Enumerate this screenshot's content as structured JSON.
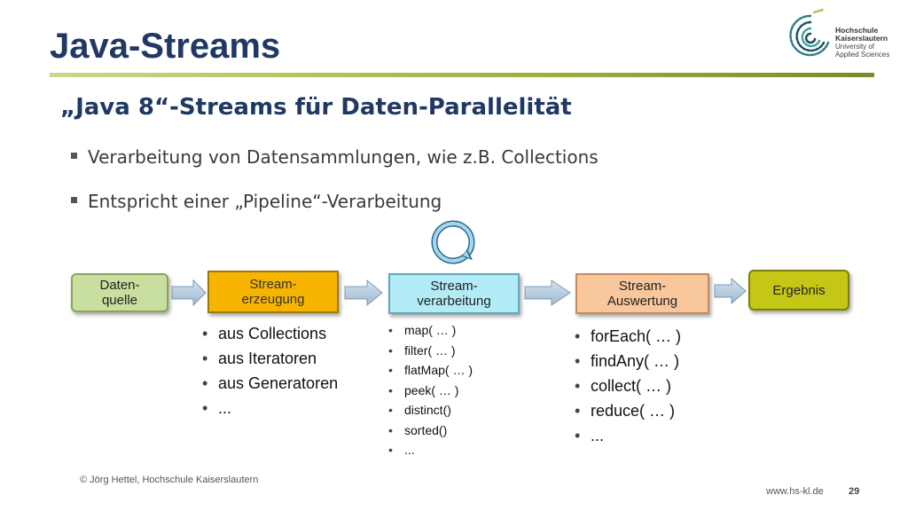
{
  "slide": {
    "title": "Java-Streams",
    "subtitle": "„Java 8“-Streams für Daten-Parallelität",
    "bullets": [
      "Verarbeitung von Datensammlungen, wie z.B. Collections",
      "Entspricht einer „Pipeline“-Verarbeitung"
    ]
  },
  "logo": {
    "name_line1": "Hochschule",
    "name_line2": "Kaiserslautern",
    "sub_line1": "University of",
    "sub_line2": "Applied Sciences",
    "icon": "swirl-logo-icon"
  },
  "pipeline": {
    "boxes": [
      {
        "line1": "Daten-",
        "line2": "quelle"
      },
      {
        "line1": "Stream-",
        "line2": "erzeugung"
      },
      {
        "line1": "Stream-",
        "line2": "verarbeitung"
      },
      {
        "line1": "Stream-",
        "line2": "Auswertung"
      },
      {
        "line1": "Ergebnis",
        "line2": ""
      }
    ],
    "cycle_icon": "refresh-cycle-icon",
    "colors": {
      "quelle": "#c9df9f",
      "erzeugung": "#f7b400",
      "verarbeitung": "#b3ebf7",
      "auswertung": "#f8c79c",
      "ergebnis": "#c5c716",
      "arrow": "#b8cfe0"
    }
  },
  "lists": {
    "erzeugung": [
      "aus Collections",
      "aus Iteratoren",
      "aus Generatoren",
      "..."
    ],
    "verarbeitung": [
      "map( … )",
      "filter( … )",
      "flatMap( … )",
      "peek( … )",
      "distinct()",
      "sorted()",
      "..."
    ],
    "auswertung": [
      "forEach( … )",
      "findAny( … )",
      "collect( … )",
      "reduce( … )",
      "..."
    ]
  },
  "footer": {
    "copyright": "© Jörg Hettel, Hochschule Kaiserslautern",
    "url": "www.hs-kl.de",
    "page": "29"
  }
}
